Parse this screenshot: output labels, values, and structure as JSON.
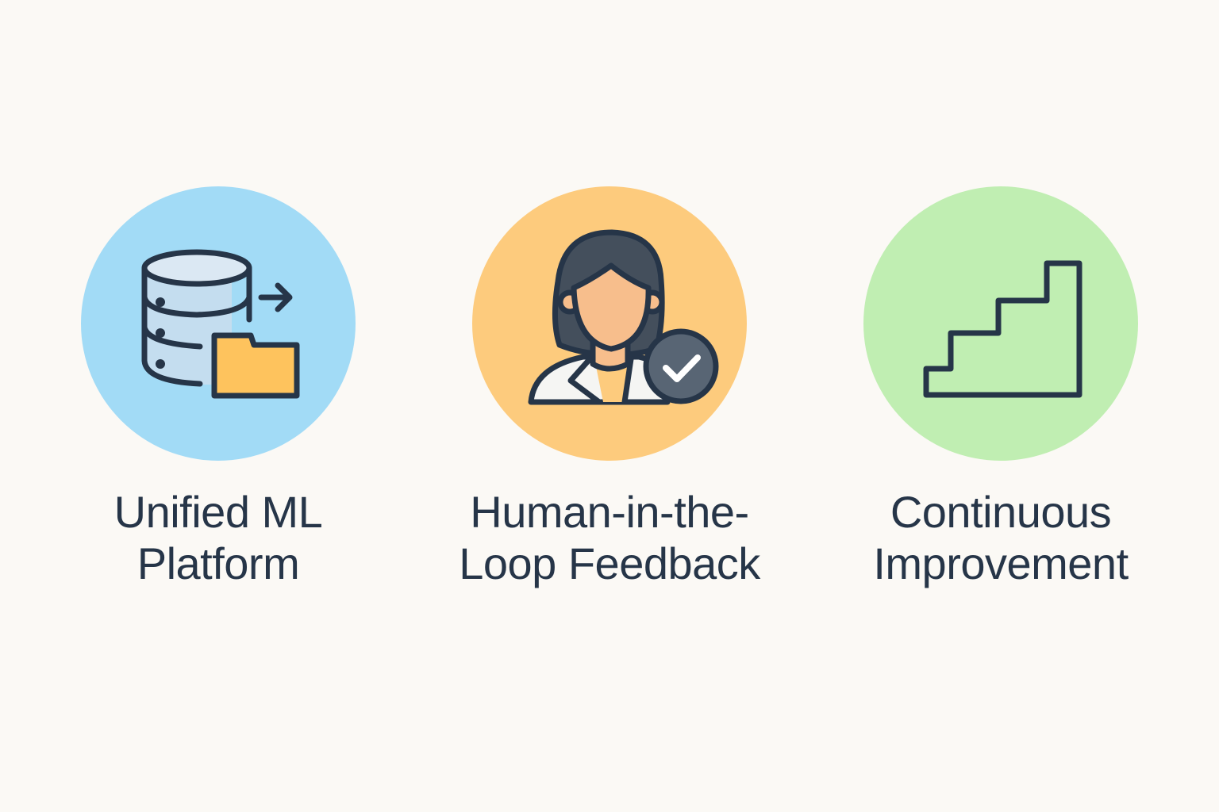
{
  "colors": {
    "background": "#fbf9f5",
    "text": "#263548",
    "stroke": "#263548",
    "circle_blue": "#a2dbf6",
    "circle_orange": "#fdcb7d",
    "circle_green": "#c0eeb2",
    "folder_fill": "#fec35d",
    "database_fill": "#cfe3f1",
    "skin": "#f7be8c",
    "hair": "#444f5c",
    "badge": "#586574"
  },
  "items": [
    {
      "icon": "database-to-folder-icon",
      "line1": "Unified ML",
      "line2": "Platform"
    },
    {
      "icon": "person-with-checkmark-icon",
      "line1": "Human-in-the-",
      "line2": "Loop Feedback"
    },
    {
      "icon": "staircase-icon",
      "line1": "Continuous",
      "line2": "Improvement"
    }
  ]
}
